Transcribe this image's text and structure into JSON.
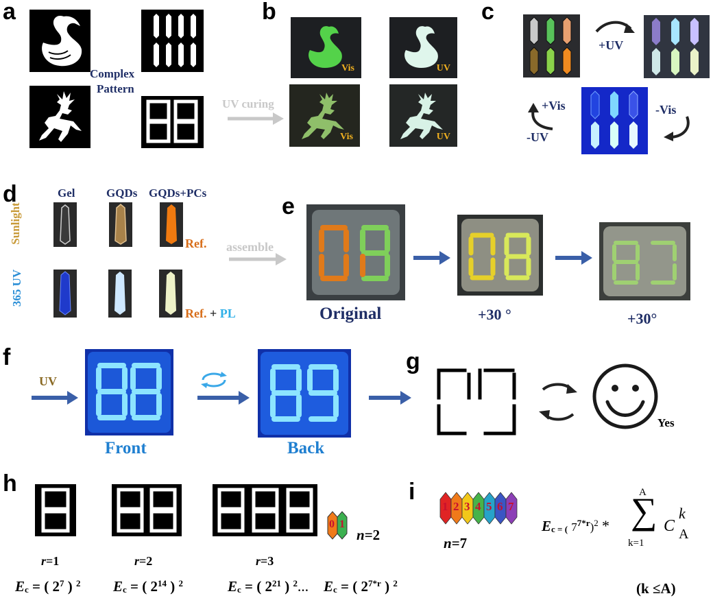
{
  "panels": {
    "a": "a",
    "b": "b",
    "c": "c",
    "d": "d",
    "e": "e",
    "f": "f",
    "g": "g",
    "h": "h",
    "i": "i"
  },
  "a": {
    "complex_line1": "Complex",
    "complex_line2": "Pattern"
  },
  "arrow_uv_curing": "UV curing",
  "b": {
    "vis1": "Vis",
    "uv1": "UV",
    "vis2": "Vis",
    "uv2": "UV"
  },
  "c": {
    "plus_uv": "+UV",
    "minus_vis": "-Vis",
    "plus_vis": "+Vis",
    "minus_uv": "-UV"
  },
  "d": {
    "col_gel": "Gel",
    "col_gqds": "GQDs",
    "col_gqds_pcs": "GQDs+PCs",
    "row_sunlight": "Sunlight",
    "row_uv": "365 UV",
    "ref": "Ref.",
    "ref2": "Ref.",
    "plus": "+",
    "pl": "PL",
    "assemble": "assemble"
  },
  "e": {
    "label_original": "Original",
    "label_30a": "+30 °",
    "label_30b": "+30°"
  },
  "f": {
    "uv": "UV",
    "front": "Front",
    "back": "Back"
  },
  "g": {
    "yes": "Yes"
  },
  "h": {
    "r1": "r",
    "r1_val": "=1",
    "r2": "r",
    "r2_val": "=2",
    "r3": "r",
    "r3_val": "=3",
    "n_label": "n",
    "n_val": "=2",
    "digit0": "0",
    "digit1": "1",
    "eq1_E": "E",
    "eq1_sub": "c",
    "eq1_a": "= ( 2",
    "eq1_exp": "7",
    "eq1_b": ") ",
    "eq1_sq": "2",
    "eq2_E": "E",
    "eq2_sub": "c",
    "eq2_a": "= ( 2",
    "eq2_exp": "14",
    "eq2_b": ") ",
    "eq2_sq": "2",
    "eq3_E": "E",
    "eq3_sub": "c",
    "eq3_a": "= ( 2",
    "eq3_exp": "21",
    "eq3_b": ") ",
    "eq3_sq": "2",
    "eq3_dots": "…",
    "eq4_E": "E",
    "eq4_sub": "c",
    "eq4_a": "= ( 2",
    "eq4_exp": "7*r",
    "eq4_b": ") ",
    "eq4_sq": "2"
  },
  "i": {
    "digits": [
      "1",
      "2",
      "3",
      "4",
      "5",
      "6",
      "7"
    ],
    "digit_colors": [
      "#e02424",
      "#f07a1a",
      "#f2c81a",
      "#46b34a",
      "#27a3c9",
      "#3b55c4",
      "#8c3fb6"
    ],
    "n_label": "n",
    "n_val": "=7",
    "E": "E",
    "E_sub": "c = (",
    "base": "7",
    "base_exp": "7*r",
    "paren_sq": ")",
    "sq": "2",
    "times": "*",
    "sum_top": "A",
    "sum_sym": "∑",
    "sum_bottom": "k=1",
    "C": "C",
    "C_k": "k",
    "C_A": "A",
    "constraint": "(k ≤A)"
  }
}
